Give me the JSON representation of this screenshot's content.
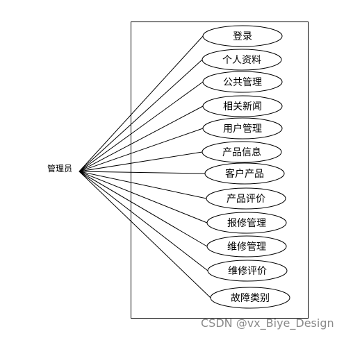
{
  "actor": {
    "label": "管理员"
  },
  "use_cases": [
    {
      "label": "登录"
    },
    {
      "label": "个人资料"
    },
    {
      "label": "公共管理"
    },
    {
      "label": "相关新闻"
    },
    {
      "label": "用户管理"
    },
    {
      "label": "产品信息"
    },
    {
      "label": "客户产品"
    },
    {
      "label": "产品评价"
    },
    {
      "label": "报修管理"
    },
    {
      "label": "维修管理"
    },
    {
      "label": "维修评价"
    },
    {
      "label": "故障类别"
    }
  ],
  "watermark": {
    "text": "CSDN @vx_Biye_Design"
  }
}
